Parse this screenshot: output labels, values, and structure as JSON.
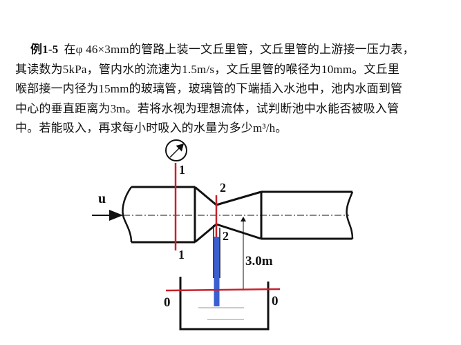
{
  "problem": {
    "label": "例1-5",
    "lines": [
      "在φ 46×3mm的管路上装一文丘里管，文丘里管的上游接一压力表，",
      "其读数为5kPa，管内水的流速为1.5m/s，文丘里管的喉径为10mm。文丘里",
      "喉部接一内径为15mm的玻璃管，玻璃管的下端插入水池中，池内水面到管",
      "中心的垂直距离为3m。若将水视为理想流体，试判断池中水能否被吸入管",
      "中。若能吸入，再求每小时吸入的水量为多少m³/h。"
    ]
  },
  "diagram": {
    "flow_label": "u",
    "section_1_top": "1",
    "section_1_bottom": "1",
    "section_2_top": "2",
    "section_2_bottom": "2",
    "height_label": "3.0m",
    "section_0_left": "0",
    "section_0_right": "0",
    "icons": {
      "gauge": "pressure-gauge-icon",
      "flow_arrow": "arrow-right-icon"
    },
    "colors": {
      "pipe_outline": "#111111",
      "section_line": "#c8202a",
      "glass_tube": "#3a5fd0",
      "water_surface": "#b8b8b8"
    }
  }
}
